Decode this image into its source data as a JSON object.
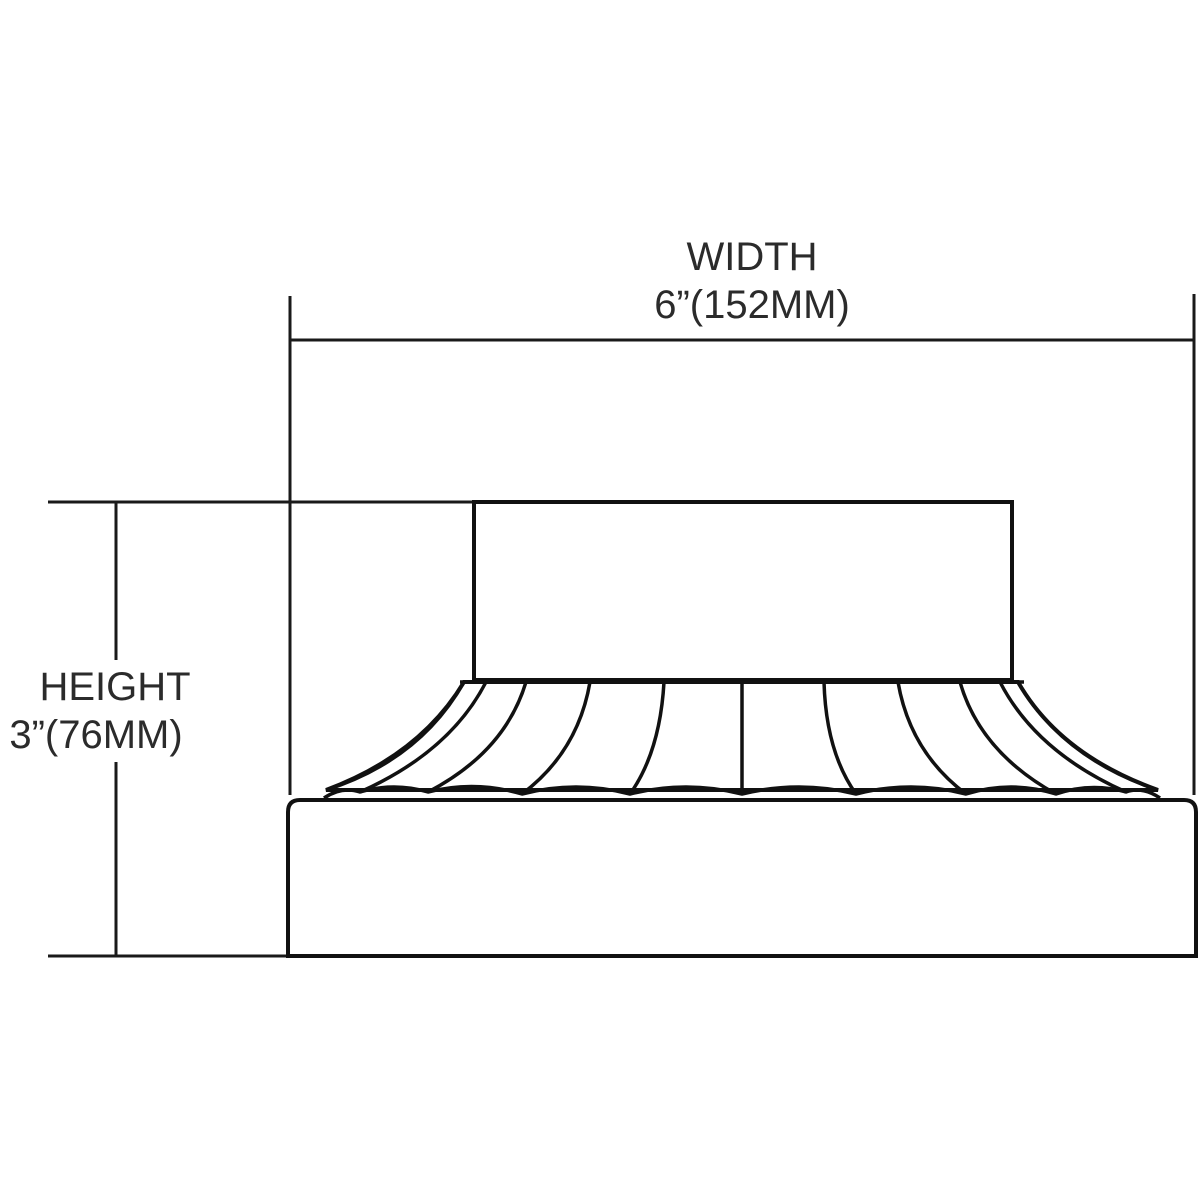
{
  "dimensions": {
    "width": {
      "label": "WIDTH",
      "value": "6”(152MM)"
    },
    "height": {
      "label": "HEIGHT",
      "value": "3”(76MM)"
    }
  },
  "colors": {
    "line": "#111111",
    "text": "#2b2b2b",
    "background": "#ffffff"
  }
}
